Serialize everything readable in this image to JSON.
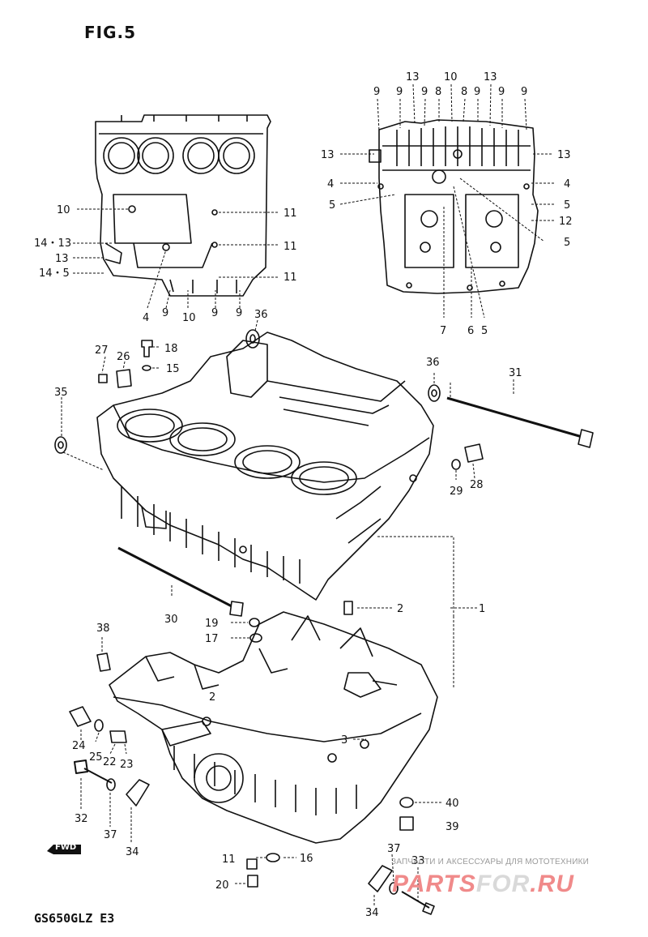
{
  "figure": {
    "title": "FIG.5",
    "model_code": "GS650GLZ E3",
    "forward_marker": "FWD"
  },
  "watermark": {
    "tagline": "ЗАПЧАСТИ И АКСЕССУАРЫ ДЛЯ МОТОТЕХНИКИ",
    "brand_part1": "PARTS",
    "brand_part2": "FOR",
    "brand_part3": ".RU"
  },
  "callouts": {
    "upper_left_view": [
      "10",
      "11",
      "11",
      "11",
      "14・13",
      "13",
      "14・5",
      "4",
      "9",
      "10",
      "9",
      "9"
    ],
    "upper_right_view": [
      "9",
      "9",
      "13",
      "9",
      "8",
      "10",
      "8",
      "9",
      "13",
      "9",
      "9",
      "13",
      "4",
      "5",
      "13",
      "4",
      "5",
      "12",
      "5",
      "7",
      "6",
      "5"
    ],
    "main_view": [
      "36",
      "27",
      "18",
      "26",
      "15",
      "36",
      "31",
      "35",
      "29",
      "28",
      "30",
      "2",
      "1",
      "19",
      "17",
      "38",
      "2",
      "24",
      "25",
      "22",
      "23",
      "3",
      "32",
      "37",
      "34",
      "40",
      "39",
      "11",
      "16",
      "20",
      "37",
      "33",
      "34"
    ]
  }
}
